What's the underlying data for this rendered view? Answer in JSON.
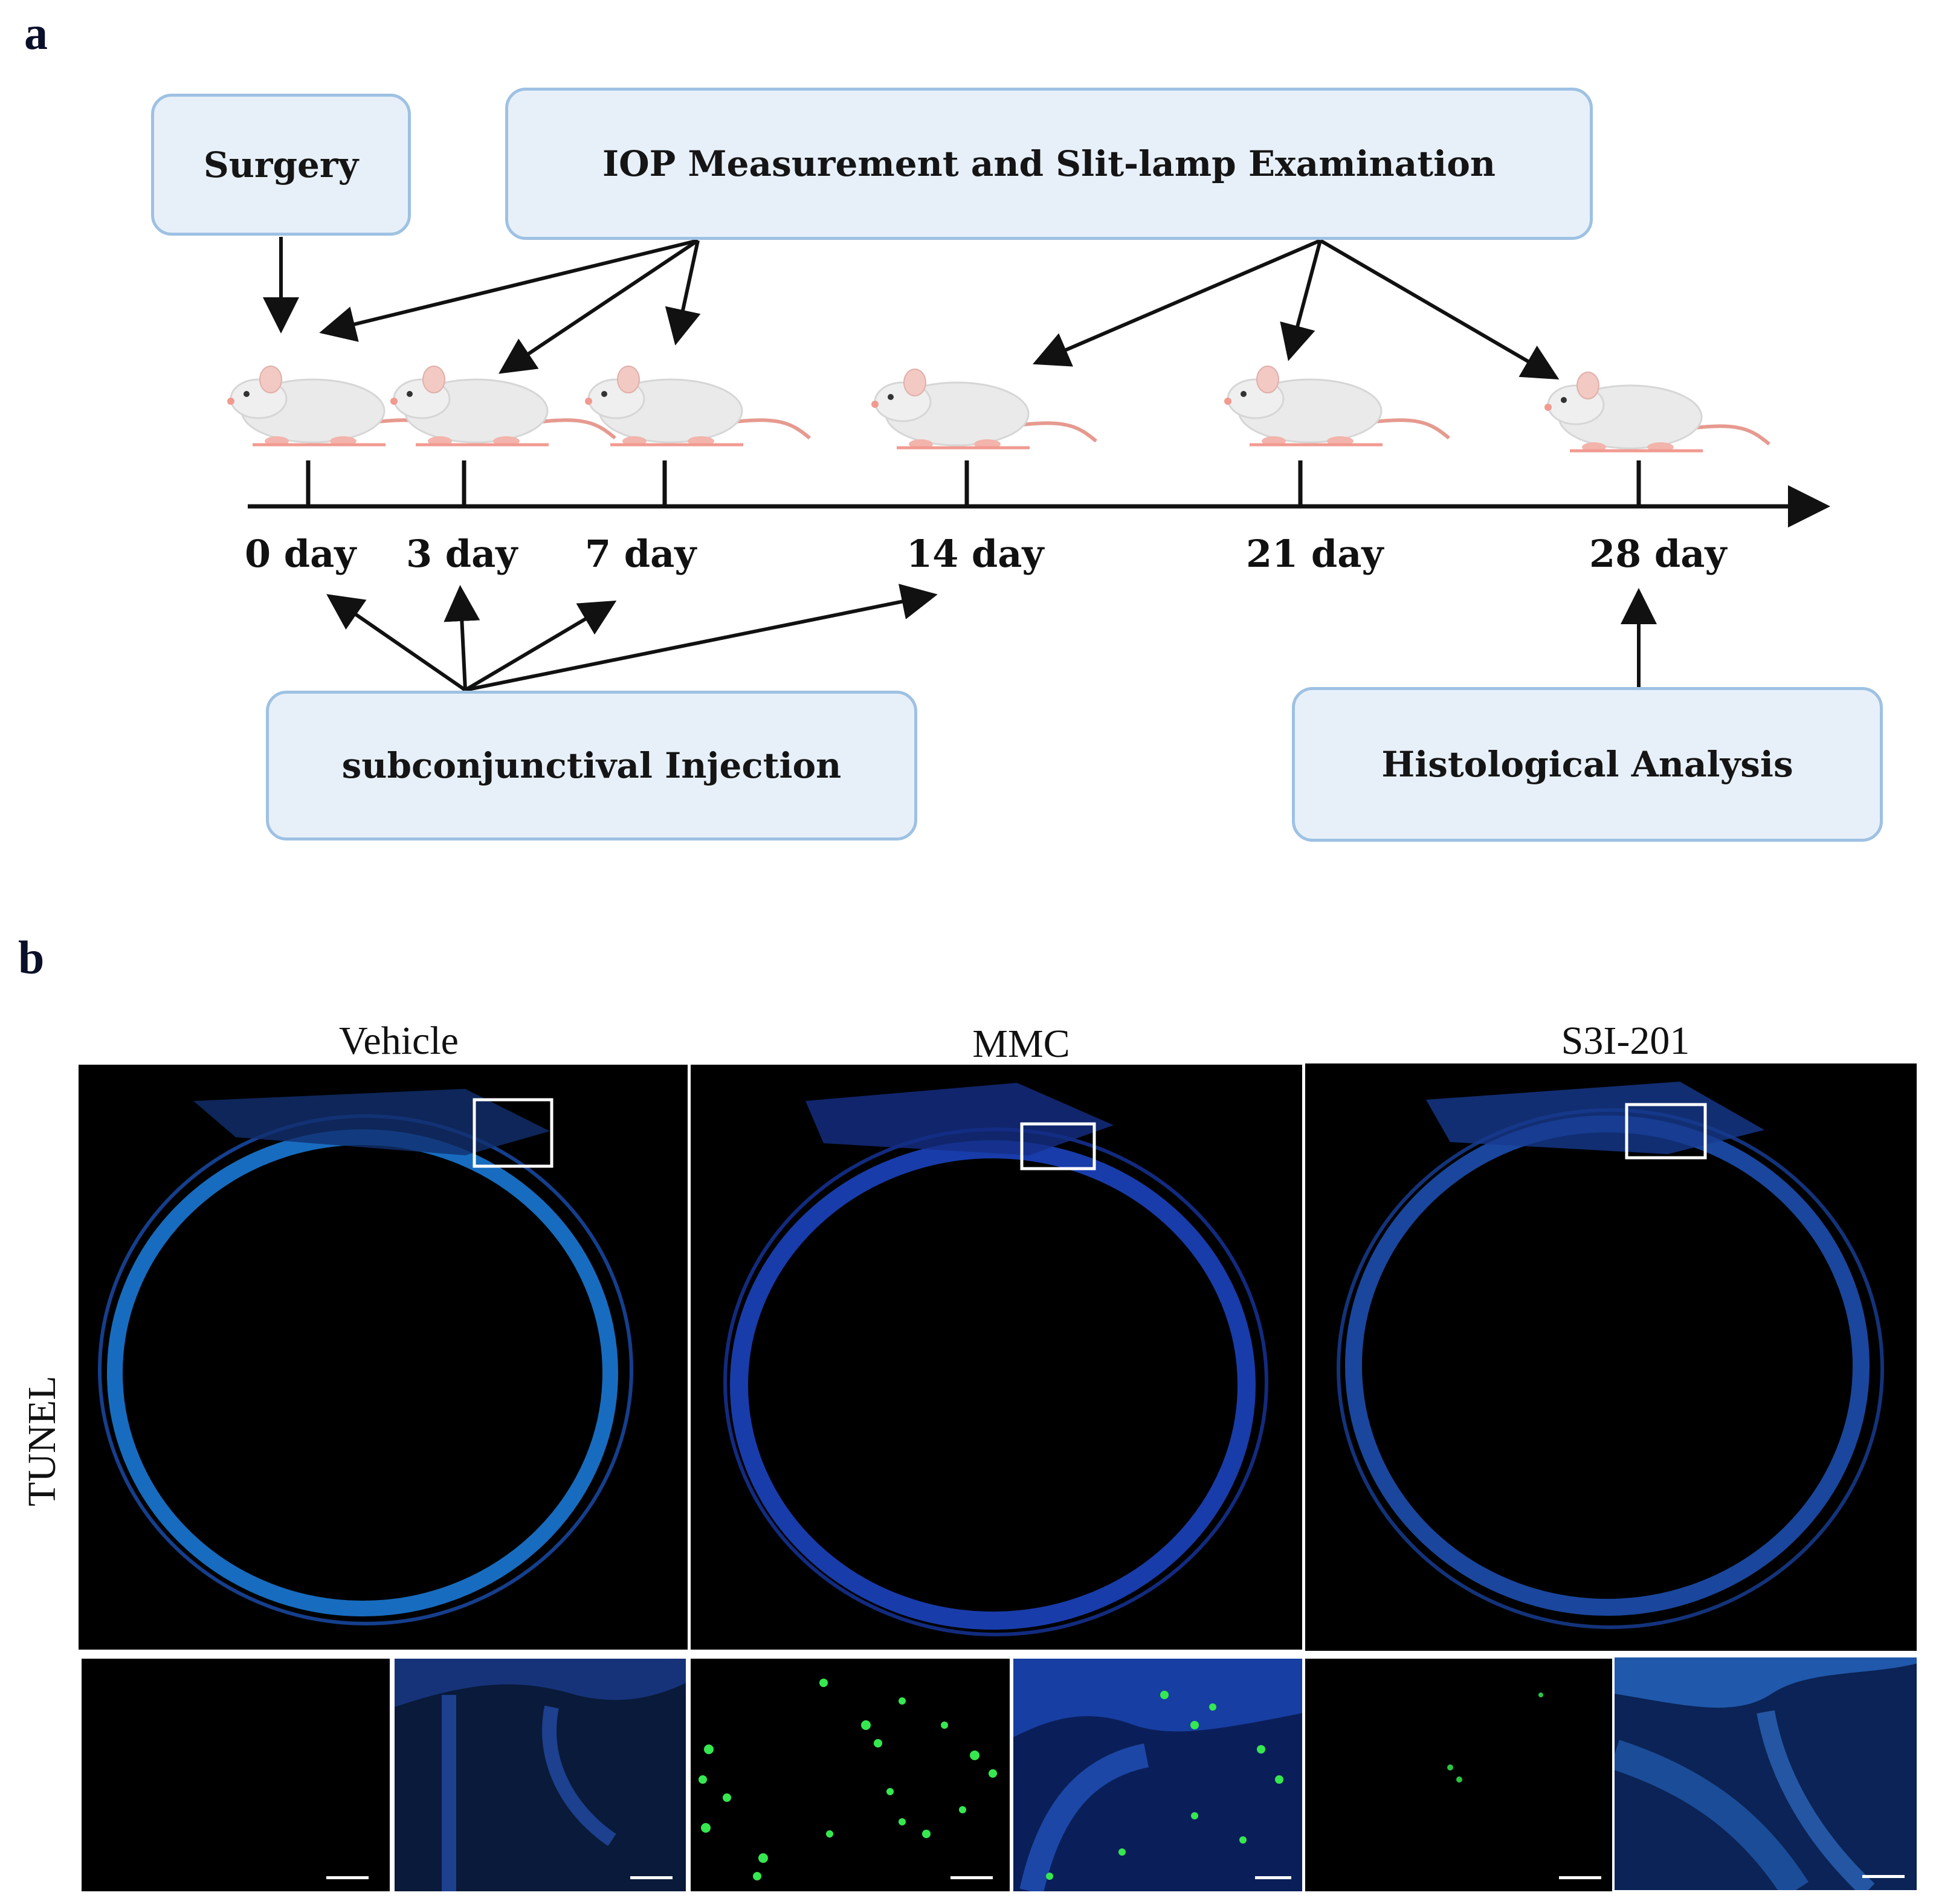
{
  "panel_a": {
    "letter": "a",
    "boxes": {
      "surgery": "Surgery",
      "iop": "IOP Measurement and Slit-lamp Examination",
      "injection": "subconjunctival Injection",
      "histology": "Histological Analysis"
    },
    "timepoints": [
      "0 day",
      "3 day",
      "7 day",
      "14 day",
      "21 day",
      "28 day"
    ]
  },
  "panel_b": {
    "letter": "b",
    "columns": [
      "Vehicle",
      "MMC",
      "S3I-201"
    ],
    "row_label": "TUNEL"
  },
  "colors": {
    "box_fill": "#e7f0f9",
    "box_border": "#9ec1e3",
    "dapi_blue": "#1f5fd6",
    "tunel_green": "#2ee84a"
  }
}
